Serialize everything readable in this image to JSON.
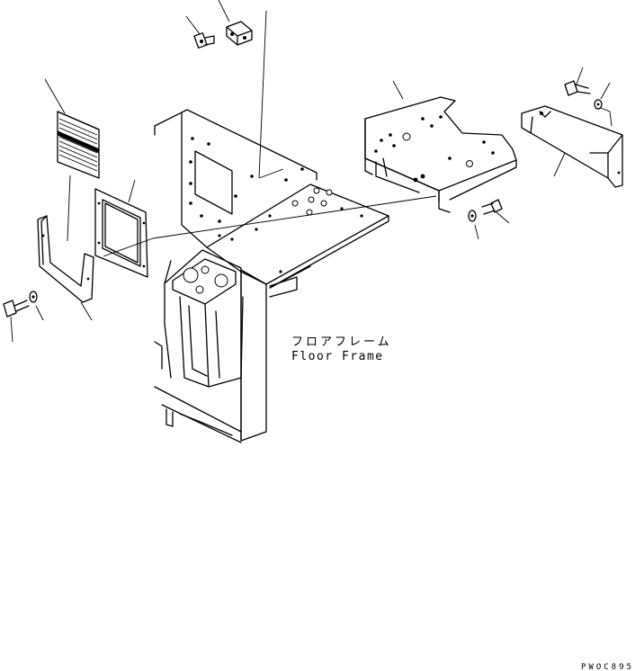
{
  "labels": {
    "frame_jp": "フロアフレーム",
    "frame_en": "Floor Frame",
    "drawing_code": "PWOC895"
  }
}
